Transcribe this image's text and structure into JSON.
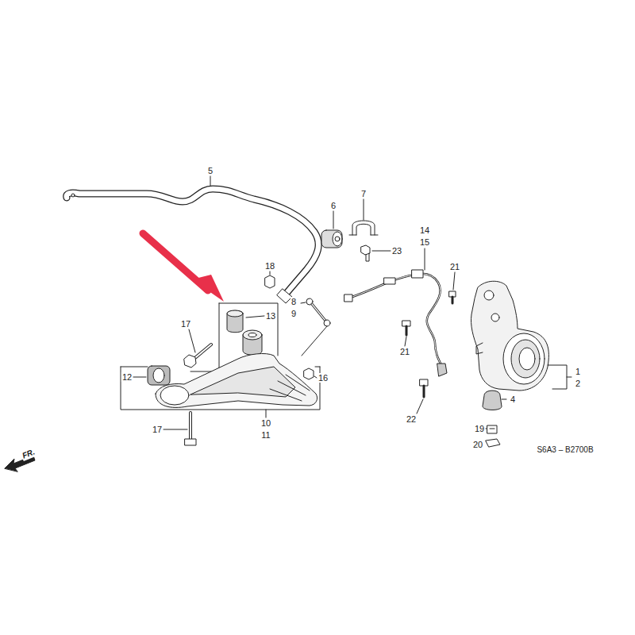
{
  "diagram": {
    "labels": [
      "5",
      "6",
      "7",
      "14",
      "15",
      "21",
      "18",
      "23",
      "8",
      "9",
      "13",
      "17",
      "21",
      "12",
      "16",
      "1",
      "2",
      "4",
      "22",
      "10",
      "11",
      "17",
      "19",
      "20",
      "S6A3 – B2700B",
      "FR."
    ]
  }
}
